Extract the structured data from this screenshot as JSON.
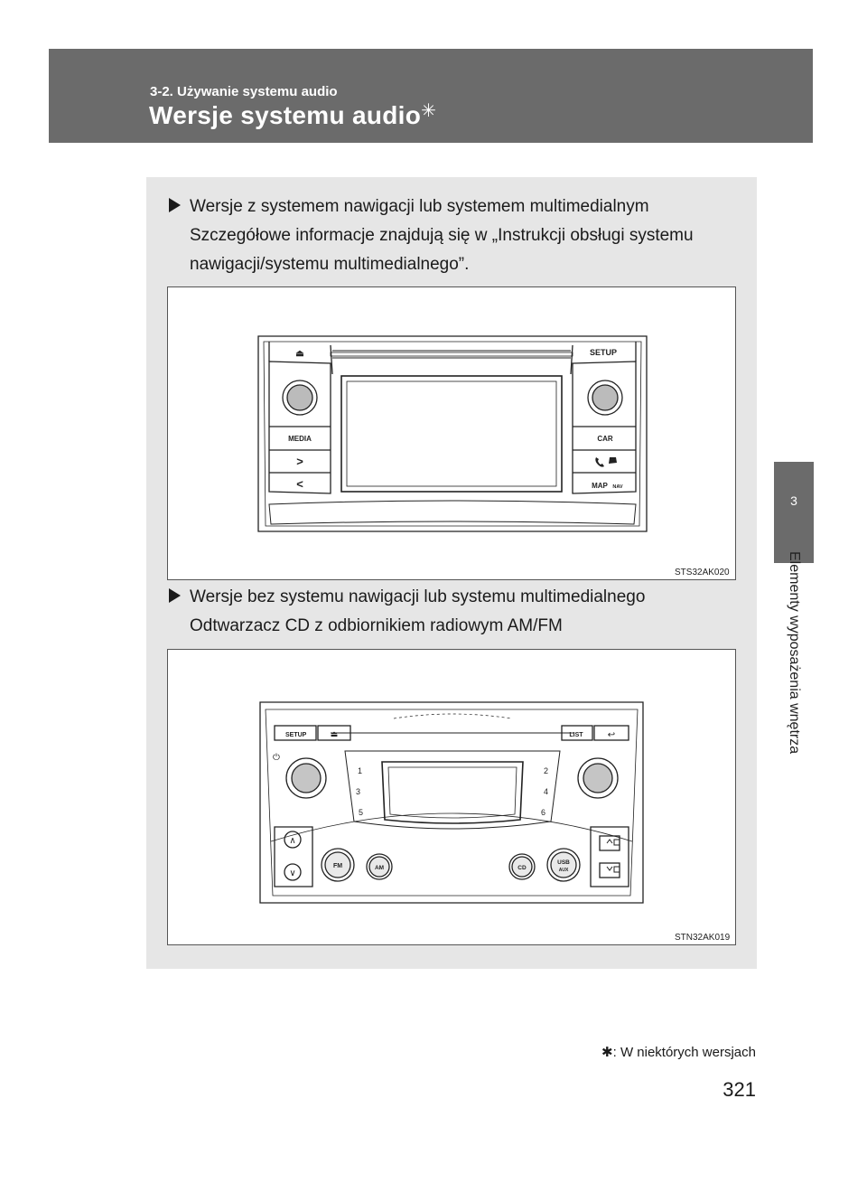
{
  "header": {
    "section": "3-2. Używanie systemu audio",
    "title": "Wersje systemu audio",
    "title_mark": "✳"
  },
  "side_tab": {
    "number": "3",
    "label": "Elementy wyposażenia wnętrza"
  },
  "content": {
    "item1": {
      "heading": "Wersje z systemem nawigacji lub systemem multimedialnym",
      "desc_line1": "Szczegółowe informacje znajdują się w „Instrukcji obsługi systemu",
      "desc_line2": "nawigacji/systemu multimedialnego”."
    },
    "figure1": {
      "code": "STS32AK020",
      "buttons": {
        "eject": "⏏",
        "setup": "SETUP",
        "media": "MEDIA",
        "next": ">",
        "prev": "<",
        "car": "CAR",
        "map": "MAP",
        "nav": "NAV"
      }
    },
    "item2": {
      "heading": "Wersje bez systemu nawigacji lub systemu multimedialnego",
      "desc": "Odtwarzacz CD z odbiornikiem radiowym AM/FM"
    },
    "figure2": {
      "code": "STN32AK019",
      "buttons": {
        "setup": "SETUP",
        "eject": "⏏",
        "list": "LIST",
        "back": "↩",
        "presets": [
          "1",
          "2",
          "3",
          "4",
          "5",
          "6"
        ],
        "fm": "FM",
        "am": "AM",
        "cd": "CD",
        "usb": "USB",
        "aux": "AUX",
        "power": "⏻",
        "seek_up": "∧",
        "seek_down": "∨"
      }
    }
  },
  "footnote": {
    "mark": "✱",
    "text": ": W niektórych wersjach"
  },
  "page_number": "321"
}
